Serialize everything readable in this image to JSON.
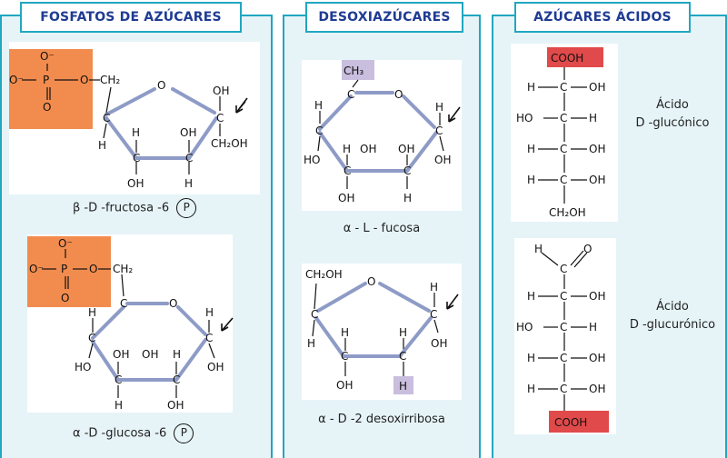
{
  "sections": {
    "phosphates": {
      "title": "FOSFATOS DE AZÚCARES"
    },
    "deoxy": {
      "title": "DESOXIAZÚCARES"
    },
    "acids": {
      "title": "AZÚCARES ÁCIDOS"
    }
  },
  "captions": {
    "fructose": "β -D -fructosa -6",
    "glucose": "α -D -glucosa -6",
    "phosphate_symbol": "P",
    "fucose": "α - L - fucosa",
    "deoxyribose": "α - D -2 desoxirribosa",
    "gluconic_1": "Ácido",
    "gluconic_2": "D -glucónico",
    "glucuronic_1": "Ácido",
    "glucuronic_2": "D -glucurónico"
  },
  "chem": {
    "O": "O",
    "Ominus": "O⁻",
    "P": "P",
    "C": "C",
    "H": "H",
    "OH": "OH",
    "HO": "HO",
    "CH2": "CH₂",
    "CH2OH": "CH₂OH",
    "CH3": "CH₃",
    "COOH": "COOH"
  },
  "colors": {
    "panel_border": "#21a7c0",
    "panel_fill": "#e6f4f8",
    "header_text": "#1f3b93",
    "phosphate_box": "#f28c4e",
    "highlight_purple": "#c9bede",
    "highlight_red": "#e04a4a",
    "bond": "#8e9bc6"
  }
}
